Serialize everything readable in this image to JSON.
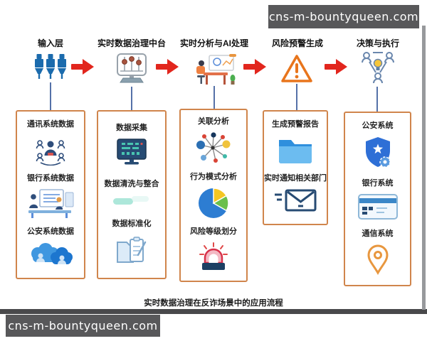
{
  "watermark": {
    "text": "cns-m-bountyqueen.com"
  },
  "caption": "实时数据治理在反诈场景中的应用流程",
  "columns": [
    {
      "header": "输入层",
      "items": [
        "通讯系统数据",
        "银行系统数据",
        "公安系统数据"
      ]
    },
    {
      "header": "实时数据治理中台",
      "items": [
        "数据采集",
        "数据清洗与整合",
        "数据标准化"
      ]
    },
    {
      "header": "实时分析与AI处理",
      "items": [
        "关联分析",
        "行为模式分析",
        "风险等级划分"
      ]
    },
    {
      "header": "风险预警生成",
      "items": [
        "生成预警报告",
        "实时通知相关部门"
      ]
    },
    {
      "header": "决策与执行",
      "items": [
        "公安系统",
        "银行系统",
        "通信系统"
      ]
    }
  ],
  "icons": {
    "input_layer": "plugs-icon",
    "governance_platform": "monitor-abacus-icon",
    "analysis_ai": "analyst-desk-icon",
    "risk_warning": "warning-triangle-icon",
    "decision_execution": "people-bulb-network-icon",
    "comm_data": "user-group-icon",
    "bank_data": "teller-illustration-icon",
    "police_data": "cloud-users-icon",
    "data_collect": "circuit-monitor-icon",
    "data_clean": "faded-swish-icon",
    "data_standard": "folder-clipboard-icon",
    "correlation": "node-graph-icon",
    "behavior": "pie-chart-icon",
    "risk_level": "siren-icon",
    "report": "folder-icon",
    "notify": "envelope-icon",
    "police_system": "shield-star-icon",
    "bank_system": "bank-card-icon",
    "comm_system": "location-pin-icon"
  },
  "colors": {
    "box_border": "#D0854C",
    "arrow_red": "#E2261D",
    "watermark_bg": "#58585A",
    "connector_blue": "#5571A8",
    "accent_blue": "#1E6FB2",
    "warning_orange": "#E8751C"
  }
}
